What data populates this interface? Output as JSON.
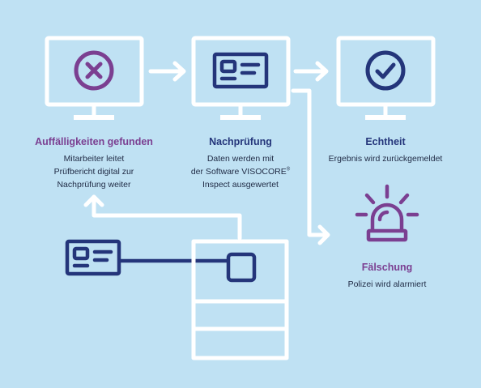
{
  "colors": {
    "background": "#bfe1f3",
    "purple": "#7b3f91",
    "navy": "#24357a",
    "white": "#ffffff"
  },
  "steps": [
    {
      "icon": "x-circle-icon",
      "title": "Auffälligkeiten gefunden",
      "desc": [
        "Mitarbeiter leitet",
        "Prüfbericht digital zur",
        "Nachprüfung weiter"
      ]
    },
    {
      "icon": "id-card-icon",
      "title": "Nachprüfung",
      "desc": [
        "Daten werden mit",
        "der Software VISOCORE",
        "Inspect ausgewertet"
      ],
      "desc_mark": "®"
    },
    {
      "icon": "check-circle-icon",
      "title": "Echtheit",
      "desc": [
        "Ergebnis wird zurückgemeldet"
      ]
    },
    {
      "icon": "alarm-light-icon",
      "title": "Fälschung",
      "desc": [
        "Polizei wird alarmiert"
      ]
    }
  ]
}
